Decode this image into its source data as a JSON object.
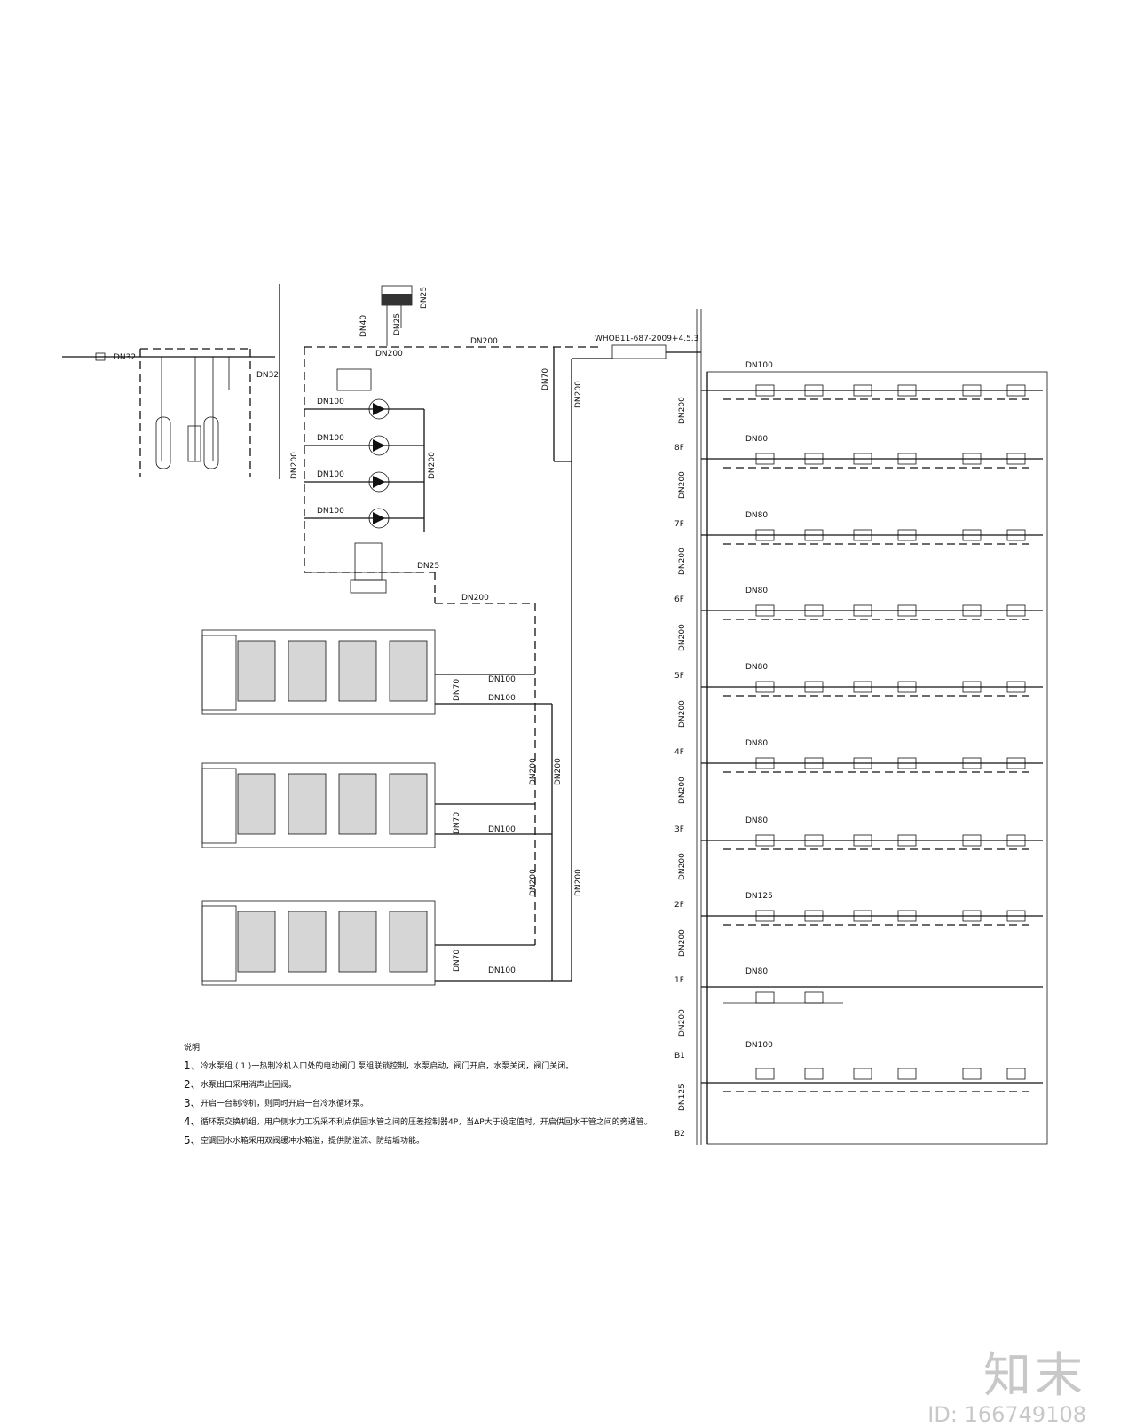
{
  "pipe_sizes": {
    "main": "DN200",
    "branch": "DN100",
    "chiller_in": "DN70",
    "expansion": "DN25",
    "makeup": "DN32",
    "expansion_b": "DN40",
    "riser_supply": "DN100",
    "floor_branch": "DN80",
    "floor_branch_b": "DN125",
    "floor_branch_c": "DN100"
  },
  "spec_code": "WHOB11-687-2009+4.5.3",
  "floors": [
    "8F",
    "7F",
    "6F",
    "5F",
    "4F",
    "3F",
    "2F",
    "1F",
    "B1",
    "B2"
  ],
  "notes": {
    "title": "说明",
    "items": [
      {
        "num": "1、",
        "text": "冷水泵组     ⟨ 1 ⟩一热制冷机入口处的电动阀门      泵组联锁控制，水泵启动，阀门开启，水泵关闭，阀门关闭。"
      },
      {
        "num": "2、",
        "text": "水泵出口采用消声止回阀。"
      },
      {
        "num": "3、",
        "text": "开启一台制冷机，则同时开启一台冷水循环泵。"
      },
      {
        "num": "4、",
        "text": "循环泵交换机组，用户侧水力工况采不利点供回水管之间的压差控制器4P，当ΔP大于设定值时，开启供回水干管之间的旁通管。"
      },
      {
        "num": "5、",
        "text": "空调回水水箱采用双阀缓冲水箱溢，提供防溢流、防结垢功能。"
      }
    ]
  },
  "watermark": {
    "logo": "知末",
    "id": "ID: 166749108"
  }
}
